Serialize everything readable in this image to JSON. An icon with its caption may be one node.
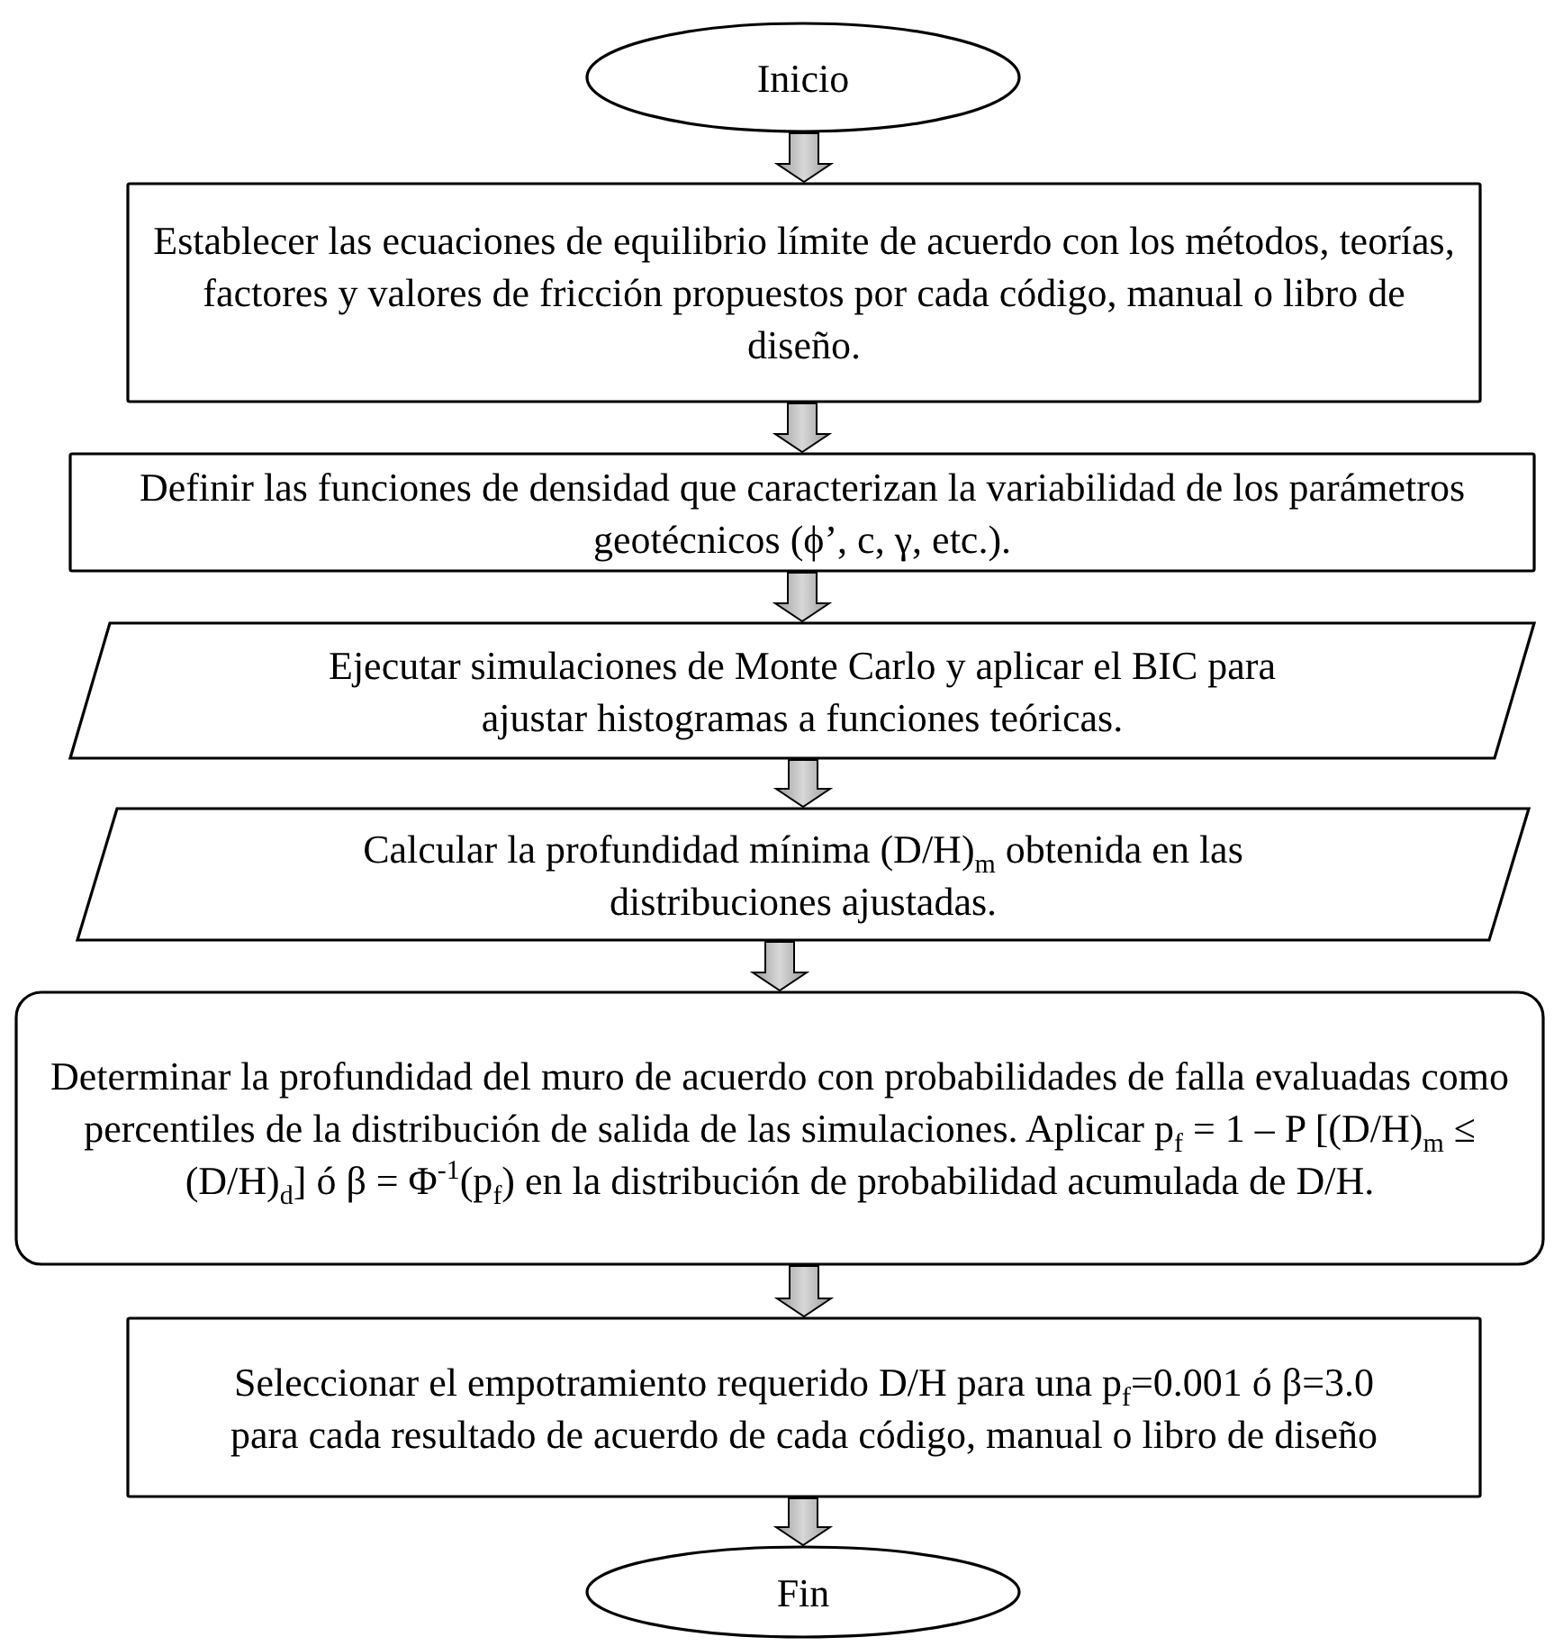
{
  "diagram": {
    "nodes": [
      {
        "text": [
          "Inicio"
        ]
      },
      {
        "text": [
          "Establecer las ecuaciones de equilibrio límite de acuerdo con los métodos, teorías, factores y valores de fricción propuestos por cada código, manual o libro de diseño."
        ]
      },
      {
        "text": [
          "Definir las funciones de densidad que caracterizan la variabilidad de los parámetros geotécnicos (ϕ’, c, γ, etc.)."
        ]
      },
      {
        "text": [
          "Ejecutar simulaciones de Monte Carlo y aplicar el BIC para ajustar histogramas a funciones teóricas."
        ]
      },
      {
        "text": [
          "Calcular la profundidad mínima (D/H)$_{m}$ obtenida en las distribuciones ajustadas."
        ]
      },
      {
        "text": [
          "Determinar la profundidad del muro de acuerdo con probabilidades de falla evaluadas como percentiles de la distribución de salida de las simulaciones. Aplicar p$_{f}$ = 1 – P [(D/H)$_{m}$ ≤ (D/H)$_{d}$] ó β = Φ$^{-1}$(p$_{f}$) en la distribución de probabilidad acumulada de D/H."
        ]
      },
      {
        "text": [
          "Seleccionar el empotramiento requerido D/H para una p$_{f}$=0.001 ó β=3.0 para cada resultado de acuerdo de cada código, manual o libro de diseño"
        ]
      },
      {
        "text": [
          "Fin"
        ]
      }
    ],
    "edges": [
      {
        "from": 0,
        "to": 1,
        "arrow": "to"
      },
      {
        "from": 1,
        "to": 2,
        "arrow": "to"
      },
      {
        "from": 2,
        "to": 3,
        "arrow": "to"
      },
      {
        "from": 3,
        "to": 4,
        "arrow": "to"
      },
      {
        "from": 4,
        "to": 5,
        "arrow": "to"
      },
      {
        "from": 5,
        "to": 6,
        "arrow": "to"
      },
      {
        "from": 6,
        "to": 7,
        "arrow": "to"
      }
    ]
  }
}
